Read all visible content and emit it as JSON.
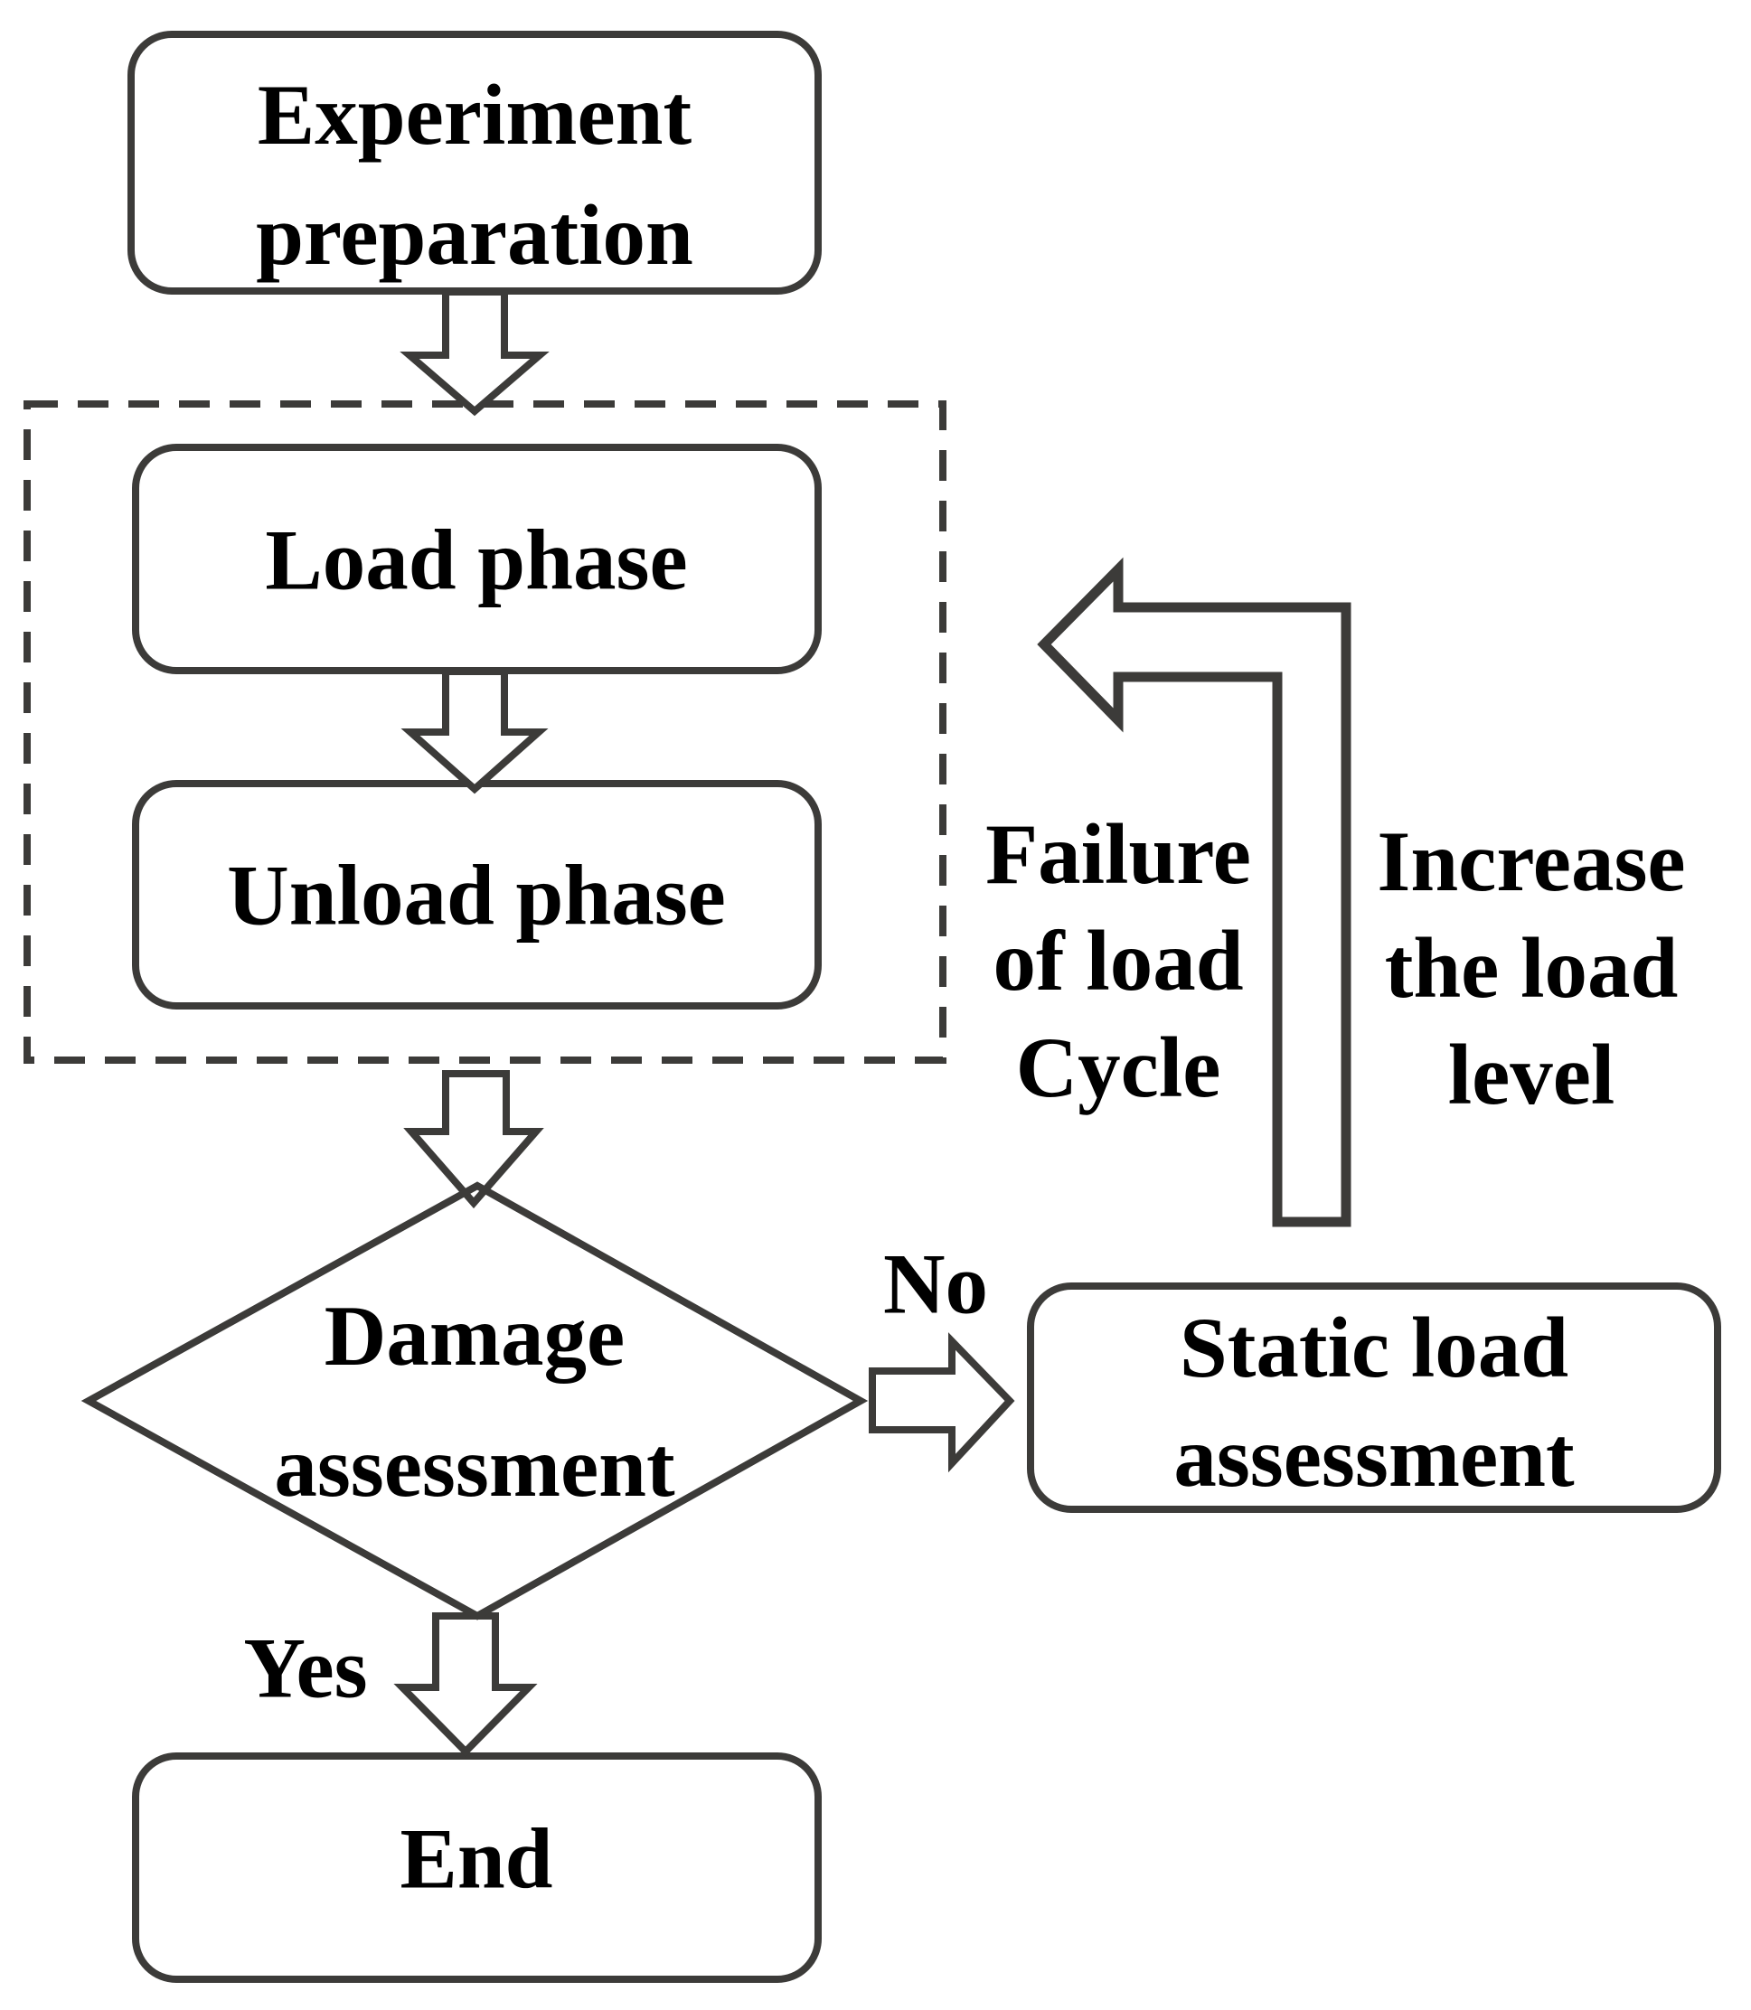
{
  "figure": {
    "type": "flowchart",
    "background_color": "#ffffff",
    "line_color": "#3c3b39",
    "text_color": "#000000"
  },
  "nodes": {
    "experiment_preparation": {
      "label": "Experiment preparation",
      "shape": "rounded-rectangle"
    },
    "load_phase": {
      "label": "Load phase",
      "shape": "rounded-rectangle"
    },
    "unload_phase": {
      "label": "Unload phase",
      "shape": "rounded-rectangle"
    },
    "damage_assessment": {
      "label": "Damage assessment",
      "shape": "decision-diamond"
    },
    "static_load_assessment": {
      "label": "Static load assessment",
      "shape": "rounded-rectangle"
    },
    "end": {
      "label": "End",
      "shape": "rounded-rectangle"
    }
  },
  "edge_labels": {
    "no": "No",
    "yes": "Yes",
    "failure_of_load_cycle": "Failure of load Cycle",
    "increase_the_load_level": "Increase the load level"
  }
}
